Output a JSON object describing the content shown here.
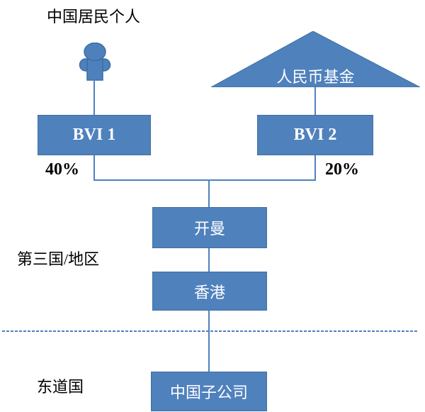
{
  "diagram": {
    "title": "中国居民个人",
    "fund_label": "人民币基金",
    "nodes": {
      "bvi1": "BVI 1",
      "bvi2": "BVI 2",
      "cayman": "开曼",
      "hongkong": "香港",
      "china_subsidiary": "中国子公司"
    },
    "ownership": {
      "bvi1": "40%",
      "bvi2": "20%"
    },
    "regions": {
      "third_country": "第三国/地区",
      "host_country": "东道国"
    },
    "icons": {
      "person": "person-icon",
      "fund_shape": "triangle-shape"
    },
    "colors": {
      "shape_fill": "#4F81BD",
      "shape_border": "#41719C",
      "connector": "#4F81BD",
      "divider": "#4F81BD",
      "text_on_shape": "#FFFFFF",
      "label_text": "#000000"
    }
  }
}
